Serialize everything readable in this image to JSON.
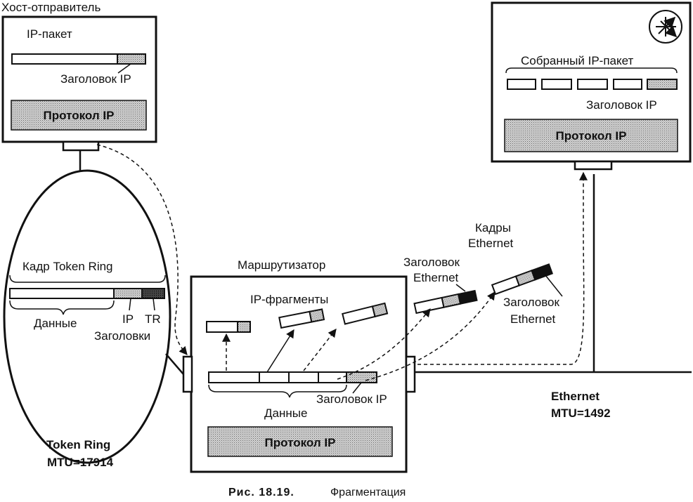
{
  "sender": {
    "title": "Хост-отправитель",
    "packet_label": "IP-пакет",
    "header_label": "Заголовок IP",
    "protocol_label": "Протокол IP"
  },
  "token_ring": {
    "frame_label": "Кадр Token Ring",
    "data_label": "Данные",
    "ip_label": "IP",
    "tr_label": "TR",
    "headers_label": "Заголовки",
    "network_name": "Token Ring",
    "mtu": "MTU=17914"
  },
  "router": {
    "title": "Маршрутизатор",
    "fragments_label": "IP-фрагменты",
    "data_label": "Данные",
    "header_label": "Заголовок IP",
    "protocol_label": "Протокол IP"
  },
  "ethernet": {
    "frames_label_line1": "Кадры",
    "frames_label_line2": "Ethernet",
    "header_label_a_line1": "Заголовок",
    "header_label_a_line2": "Ethernet",
    "header_label_b_line1": "Заголовок",
    "header_label_b_line2": "Ethernet",
    "network_name": "Ethernet",
    "mtu": "MTU=1492"
  },
  "receiver": {
    "packet_label": "Собранный IP-пакет",
    "header_label": "Заголовок IP",
    "protocol_label": "Протокол IP",
    "icon": "router-compass-icon"
  },
  "caption": {
    "figure": "Рис. 18.19.",
    "text": "Фрагментация"
  }
}
